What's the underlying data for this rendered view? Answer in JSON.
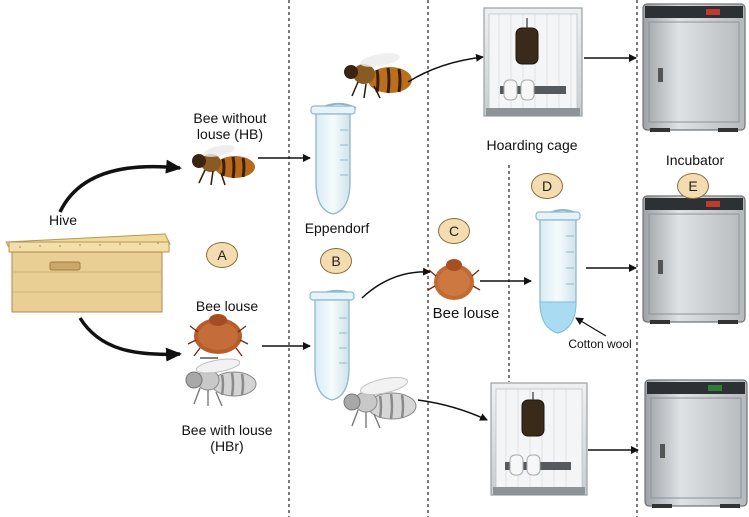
{
  "labels": {
    "hive": "Hive",
    "bee_without_louse": "Bee without louse (HB)",
    "bee_louse_left": "Bee louse",
    "bee_with_louse": "Bee with louse (HBr)",
    "eppendorf": "Eppendorf",
    "bee_louse_mid": "Bee louse",
    "hoarding_cage": "Hoarding cage",
    "incubator": "Incubator",
    "cotton_wool": "Cotton wool"
  },
  "badges": {
    "a": "A",
    "b": "B",
    "c": "C",
    "d": "D",
    "e": "E"
  },
  "icons": {
    "hive": "beehive-box-icon",
    "bee": "honeybee-icon",
    "louse": "bee-louse-icon",
    "tube": "eppendorf-tube-icon",
    "cage": "hoarding-cage-icon",
    "incubator": "incubator-icon"
  },
  "colors": {
    "badge_fill": "#f3ddb0",
    "badge_border": "#8c6d3a",
    "hive_wood": "#e9cf93",
    "tube_liquid": "#a9dcf2"
  }
}
